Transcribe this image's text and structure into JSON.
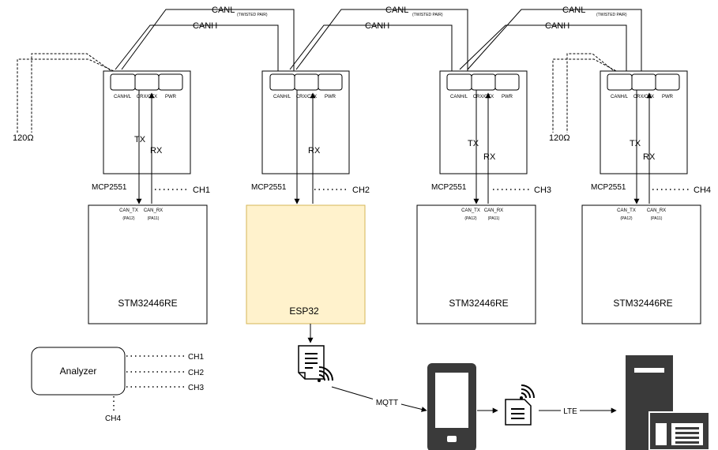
{
  "bus": {
    "canl": "CANL",
    "canh": "CANH",
    "twisted_pair": "(TWISTED PAIR)",
    "terminator": "120Ω"
  },
  "transceivers": [
    {
      "part": "MCP2551",
      "pins": [
        "CANH/L",
        "CRX/CTX",
        "PWR"
      ],
      "tx": "TX",
      "rx": "RX",
      "channel": "CH1"
    },
    {
      "part": "MCP2551",
      "pins": [
        "CANH/L",
        "CRX/CTX",
        "PWR"
      ],
      "tx": "",
      "rx": "RX",
      "channel": "CH2"
    },
    {
      "part": "MCP2551",
      "pins": [
        "CANH/L",
        "CRX/CTX",
        "PWR"
      ],
      "tx": "TX",
      "rx": "RX",
      "channel": "CH3"
    },
    {
      "part": "MCP2551",
      "pins": [
        "CANH/L",
        "CRX/CTX",
        "PWR"
      ],
      "tx": "TX",
      "rx": "RX",
      "channel": "CH4"
    }
  ],
  "mcus": [
    {
      "name": "STM32446RE",
      "can_tx": "CAN_TX",
      "can_tx_pin": "(PA12)",
      "can_rx": "CAN_RX",
      "can_rx_pin": "(PA11)"
    },
    {
      "name": "ESP32",
      "fill": "#fff2cc",
      "stroke": "#d6b656"
    },
    {
      "name": "STM32446RE",
      "can_tx": "CAN_TX",
      "can_tx_pin": "(PA12)",
      "can_rx": "CAN_RX",
      "can_rx_pin": "(PA11)"
    },
    {
      "name": "STM32446RE",
      "can_tx": "CAN_TX",
      "can_tx_pin": "(PA12)",
      "can_rx": "CAN_RX",
      "can_rx_pin": "(PA11)"
    }
  ],
  "analyzer": {
    "label": "Analyzer",
    "channels": [
      "CH1",
      "CH2",
      "CH3",
      "CH4"
    ]
  },
  "links": {
    "mqtt": "MQTT",
    "lte": "LTE"
  },
  "icons": [
    "document-wifi-icon",
    "smartphone-icon",
    "document-wifi-icon",
    "server-icon"
  ]
}
